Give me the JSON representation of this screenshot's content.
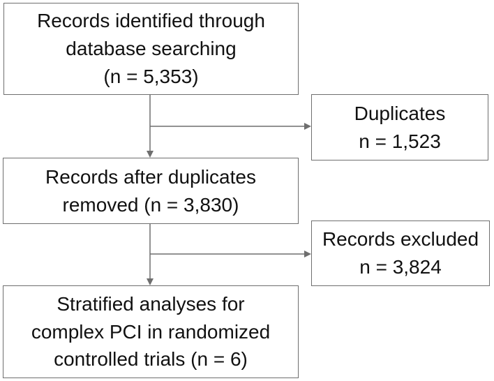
{
  "flowchart": {
    "records_identified": {
      "lines": [
        "Records identified through",
        "database searching",
        "(n = 5,353)"
      ]
    },
    "duplicates": {
      "lines": [
        "Duplicates",
        "n = 1,523"
      ]
    },
    "after_duplicates": {
      "lines": [
        "Records after duplicates",
        "removed (n = 3,830)"
      ]
    },
    "excluded": {
      "lines": [
        "Records excluded",
        "n = 3,824"
      ]
    },
    "stratified": {
      "lines": [
        "Stratified analyses for",
        "complex PCI in randomized",
        "controlled trials (n = 6)"
      ]
    }
  },
  "colors": {
    "border": "#6e6e6e",
    "arrow": "#6e6e6e",
    "text": "#111111"
  }
}
